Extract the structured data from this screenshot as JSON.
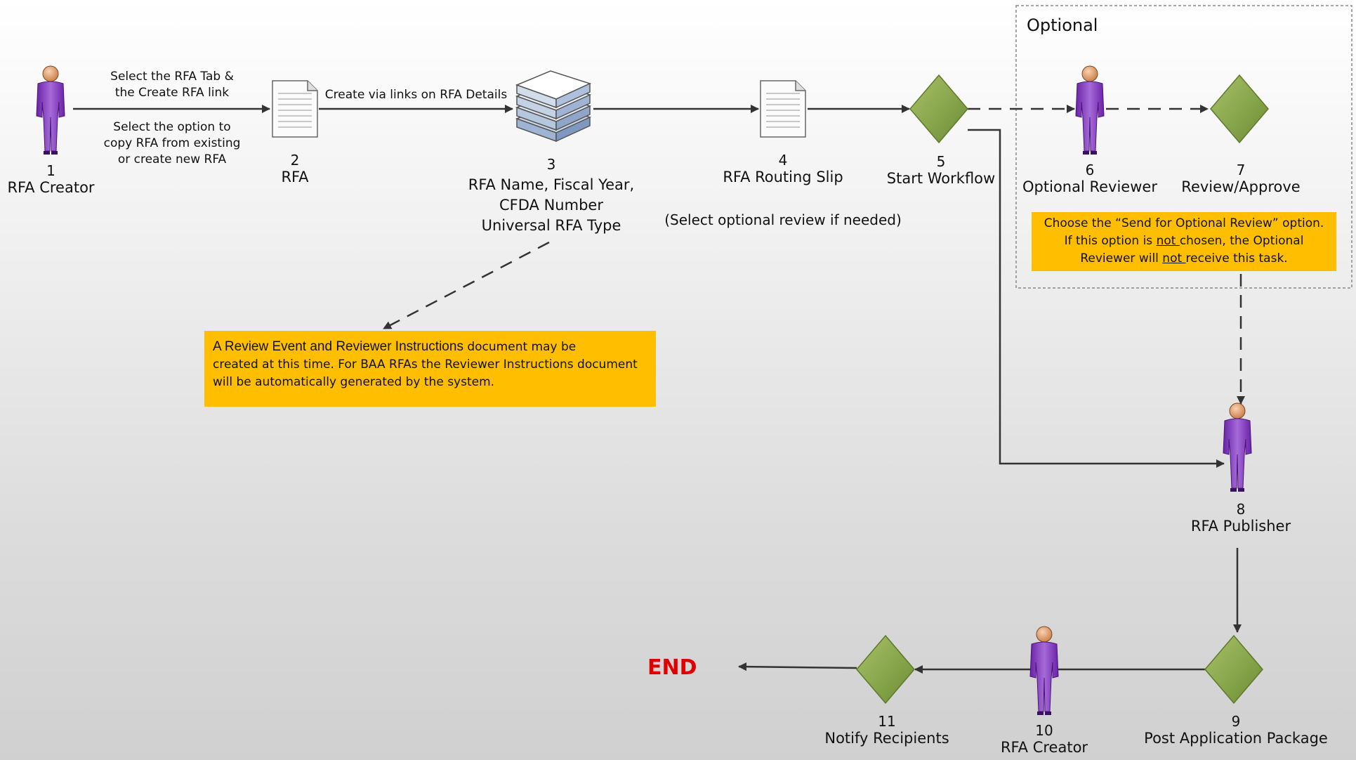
{
  "optional_group": {
    "label": "Optional"
  },
  "nodes": {
    "n1": {
      "num": "1",
      "name": "RFA Creator"
    },
    "n2": {
      "num": "2",
      "name": "RFA"
    },
    "n3": {
      "num": "3",
      "line1": "RFA Name, Fiscal Year,",
      "line2": "CFDA Number",
      "line3": "Universal RFA Type"
    },
    "n4": {
      "num": "4",
      "name": "RFA Routing Slip"
    },
    "n5": {
      "num": "5",
      "name": "Start Workflow"
    },
    "n6": {
      "num": "6",
      "name": "Optional Reviewer"
    },
    "n7": {
      "num": "7",
      "name": "Review/Approve"
    },
    "n8": {
      "num": "8",
      "name": "RFA Publisher"
    },
    "n9": {
      "num": "9",
      "name": "Post Application Package"
    },
    "n10": {
      "num": "10",
      "name": "RFA Creator"
    },
    "n11": {
      "num": "11",
      "name": "Notify Recipients"
    }
  },
  "edge_labels": {
    "e1_top_line1": "Select the RFA Tab &",
    "e1_top_line2": "the Create RFA link",
    "e1_bottom_line1": "Select the option to",
    "e1_bottom_line2": "copy RFA from existing",
    "e1_bottom_line3": "or create new RFA",
    "e2": "Create via links on RFA Details",
    "e4_note": "(Select optional review if needed)"
  },
  "notes": {
    "review_note": {
      "part1": "A Review Event and Reviewer Instructions",
      "part2": " document may be",
      "line2": "created at this time. For BAA RFAs the Reviewer Instructions document",
      "line3": "will be automatically generated by the system."
    },
    "optional_note": {
      "line1": "Choose the “Send for Optional Review” option.",
      "line2_a": "If this option is ",
      "line2_b": "not ",
      "line2_c": "chosen, the Optional",
      "line3_a": "Reviewer will ",
      "line3_b": "not ",
      "line3_c": "receive this task."
    }
  },
  "end_label": "END",
  "colors": {
    "note_fill": "#ffbf00",
    "person": "#8a3fc4",
    "diamond": "#8aa84d",
    "end": "#e00000",
    "connector": "#333333"
  }
}
